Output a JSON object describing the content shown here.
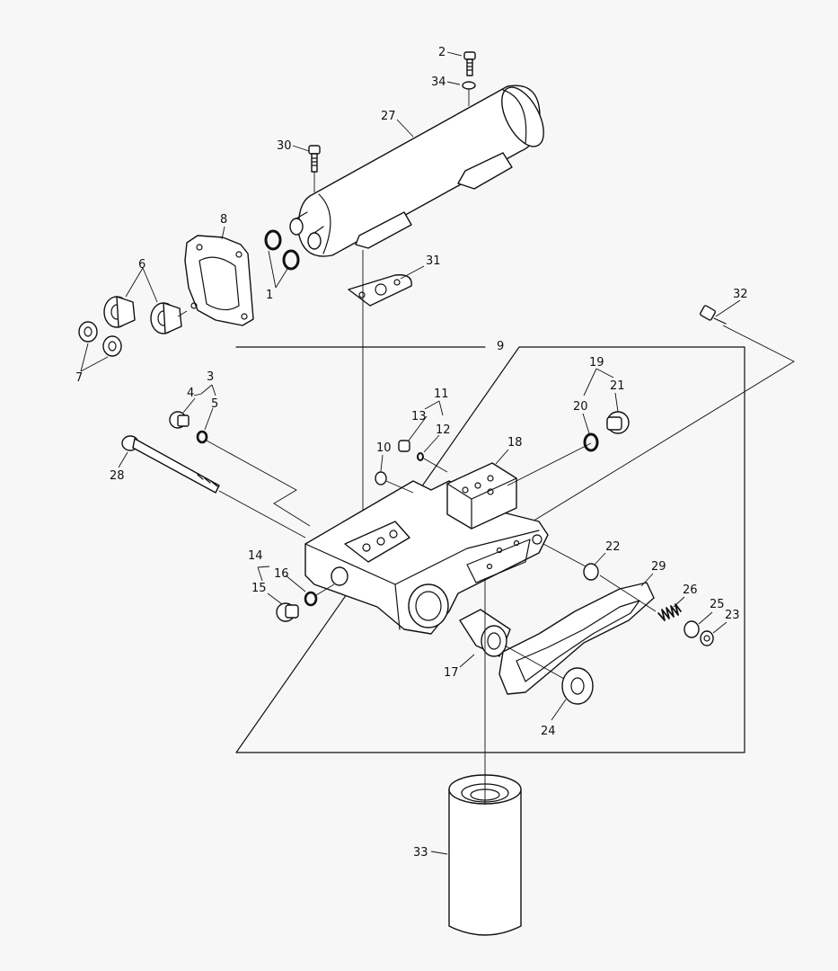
{
  "diagram": {
    "background": "#f7f7f7",
    "ink": "#111111",
    "callouts": {
      "c1": "1",
      "c2": "2",
      "c3": "3",
      "c4": "4",
      "c5": "5",
      "c6": "6",
      "c7": "7",
      "c8": "8",
      "c9": "9",
      "c10": "10",
      "c11": "11",
      "c12": "12",
      "c13": "13",
      "c14": "14",
      "c15": "15",
      "c16": "16",
      "c17": "17",
      "c18": "18",
      "c19": "19",
      "c20": "20",
      "c21": "21",
      "c22": "22",
      "c23": "23",
      "c24": "24",
      "c25": "25",
      "c26": "26",
      "c27": "27",
      "c28": "28",
      "c29": "29",
      "c30": "30",
      "c31": "31",
      "c32": "32",
      "c33": "33",
      "c34": "34"
    }
  }
}
